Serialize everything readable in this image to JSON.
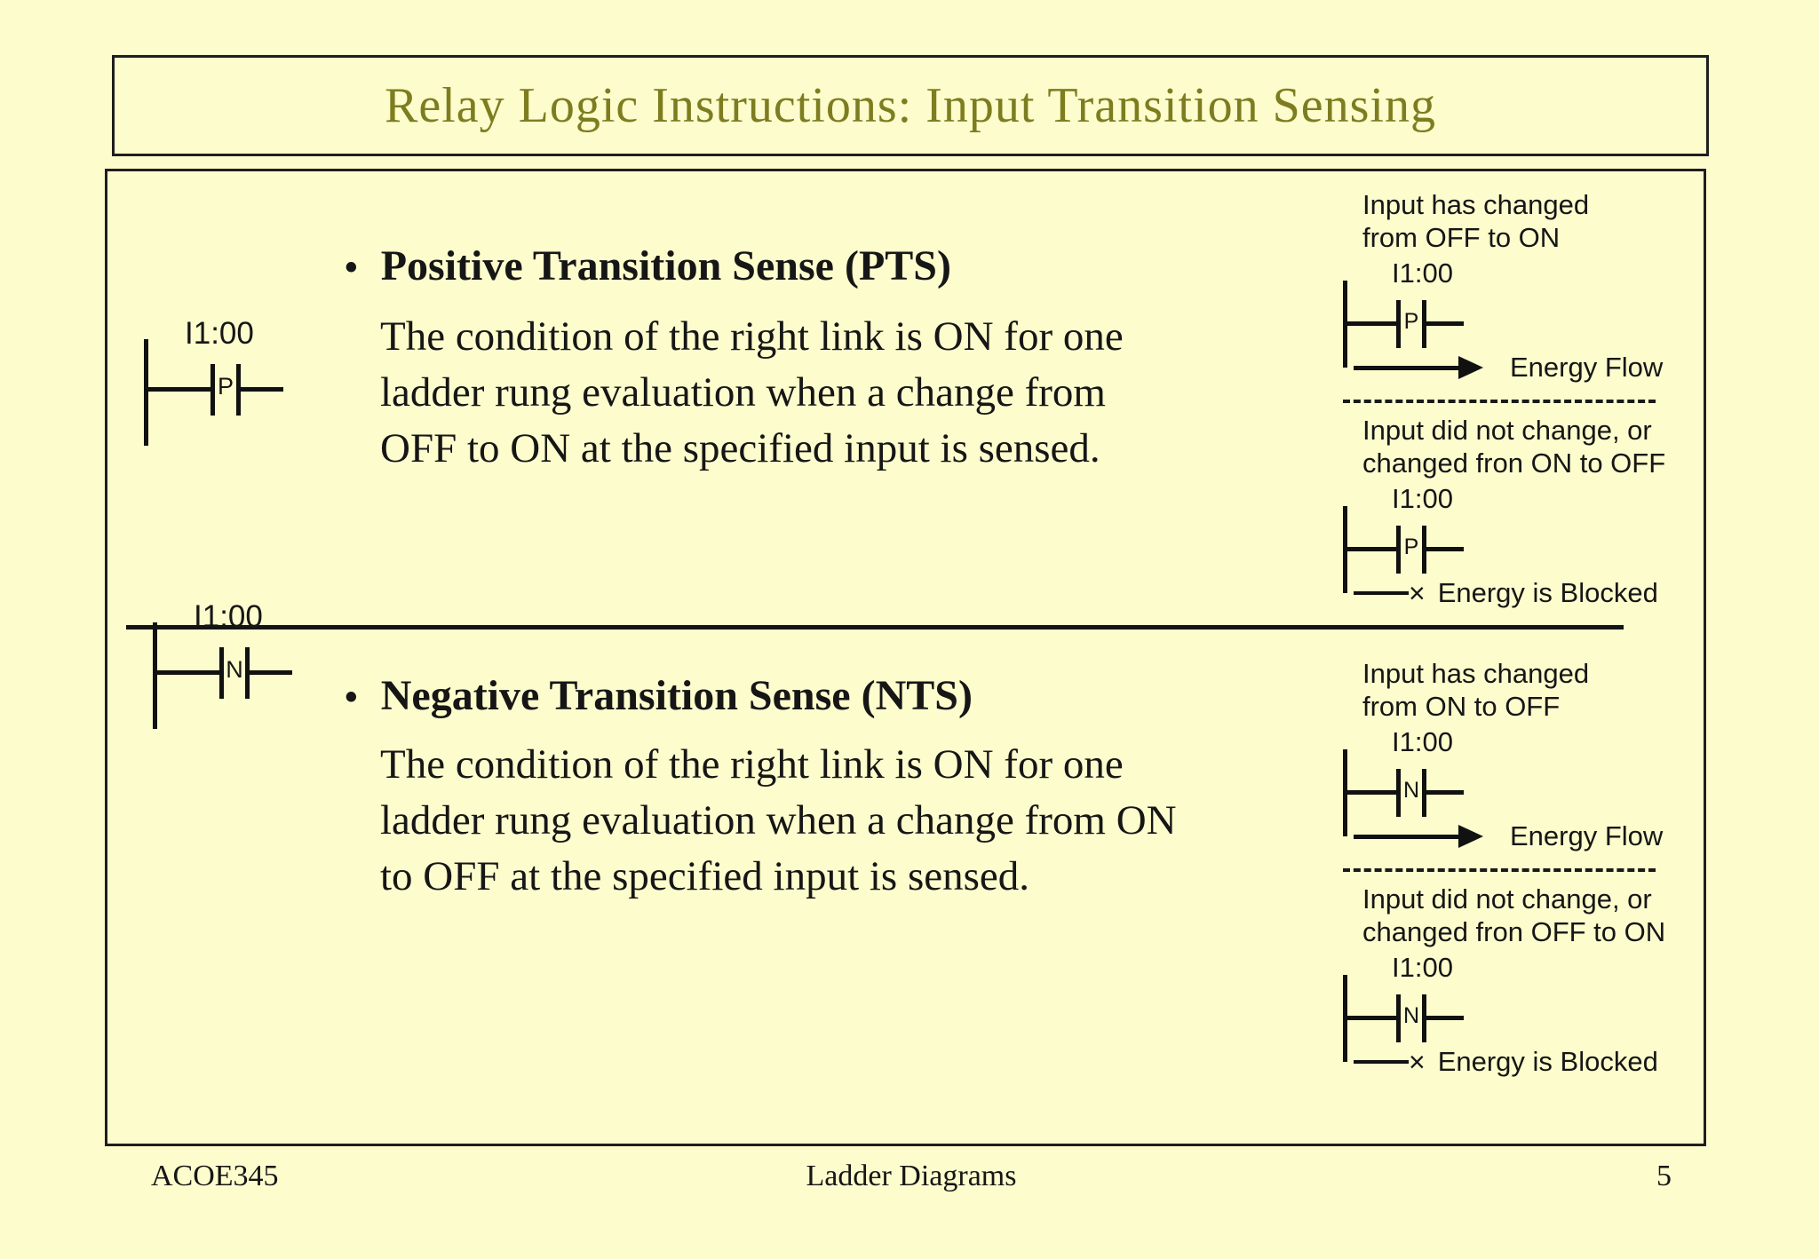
{
  "slide": {
    "title": "Relay Logic Instructions: Input Transition Sensing",
    "bullet": "•",
    "footer": {
      "course": "ACOE345",
      "center": "Ladder Diagrams",
      "page": "5"
    }
  },
  "sections": [
    {
      "heading": "Positive Transition Sense (PTS)",
      "body_lines": [
        "The condition of the right link is ON for one",
        "ladder rung evaluation when a change from",
        "OFF to ON at the specified input is sensed."
      ],
      "symbol": {
        "label": "I1:00",
        "letter": "P"
      },
      "flow_diagram": {
        "caption_line1": "Input has changed",
        "caption_line2": "from OFF to ON",
        "label": "I1:00",
        "letter": "P",
        "result": "Energy Flow"
      },
      "blocked_diagram": {
        "caption_line1": "Input did not change, or",
        "caption_line2": "changed fron ON to OFF",
        "label": "I1:00",
        "letter": "P",
        "result": "Energy is Blocked",
        "blocked_mark": "×"
      }
    },
    {
      "heading": "Negative Transition Sense (NTS)",
      "body_lines": [
        "The condition of the right link is ON for one",
        "ladder rung evaluation when a change from ON",
        "to OFF at the specified input is sensed."
      ],
      "symbol": {
        "label": "I1:00",
        "letter": "N"
      },
      "flow_diagram": {
        "caption_line1": "Input has changed",
        "caption_line2": "from ON to OFF",
        "label": "I1:00",
        "letter": "N",
        "result": "Energy Flow"
      },
      "blocked_diagram": {
        "caption_line1": "Input did not change, or",
        "caption_line2": "changed fron OFF to ON",
        "label": "I1:00",
        "letter": "N",
        "result": "Energy is Blocked",
        "blocked_mark": "×"
      }
    }
  ],
  "colors": {
    "background": "#fcfccd",
    "title_text": "#7d7d20",
    "border": "#1f1f1f",
    "ink": "#111111"
  }
}
